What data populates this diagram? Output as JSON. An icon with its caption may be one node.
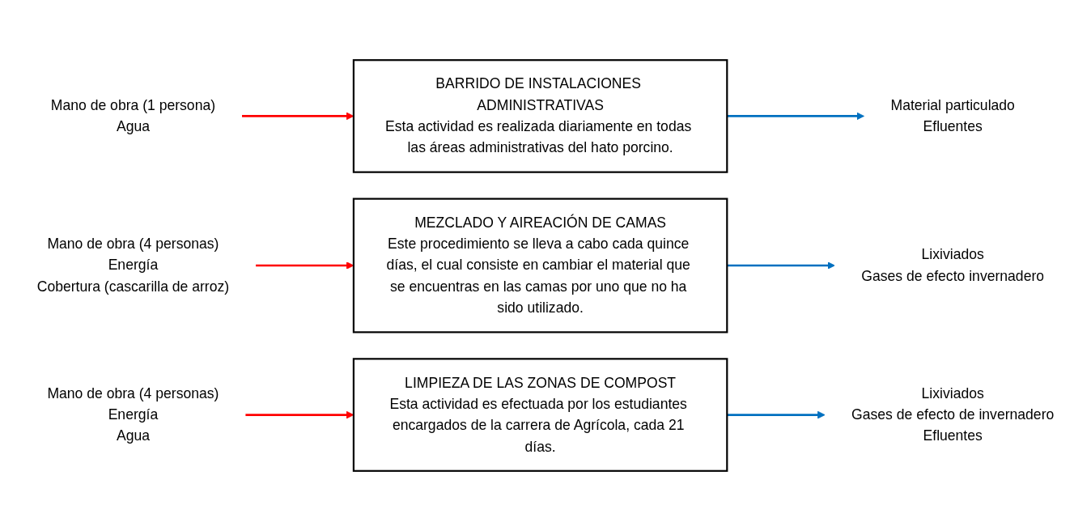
{
  "diagram": {
    "nodes": [
      {
        "text": [
          "Mano de obra (1 persona)",
          "Agua"
        ]
      },
      {
        "text": [
          "BARRIDO DE INSTALACIONES ADMINISTRATIVAS",
          "Esta actividad es realizada diariamente en todas las áreas administrativas del hato porcino."
        ]
      },
      {
        "text": [
          "Material particulado",
          "Efluentes"
        ]
      },
      {
        "text": [
          "Mano de obra (4 personas)",
          "Energía",
          "Cobertura (cascarilla de arroz)"
        ]
      },
      {
        "text": [
          "MEZCLADO Y AIREACIÓN DE CAMAS",
          "Este procedimiento se lleva a cabo cada quince días, el cual consiste en cambiar el material que se encuentras en las camas por uno que no ha sido utilizado."
        ]
      },
      {
        "text": [
          "Lixiviados",
          "Gases de efecto invernadero"
        ]
      },
      {
        "text": [
          "Mano de obra (4 personas)",
          "Energía",
          "Agua"
        ]
      },
      {
        "text": [
          "LIMPIEZA DE LAS ZONAS DE COMPOST",
          "Esta actividad es efectuada por los estudiantes encargados de la carrera de Agrícola, cada 21 días."
        ]
      },
      {
        "text": [
          "Lixiviados",
          "Gases de efecto de invernadero",
          "Efluentes"
        ]
      }
    ],
    "edges": [
      {
        "from": 0,
        "to": 1,
        "arrow": "to",
        "color": "#ff0000"
      },
      {
        "from": 1,
        "to": 2,
        "arrow": "to",
        "color": "#0070c0"
      },
      {
        "from": 3,
        "to": 4,
        "arrow": "to",
        "color": "#ff0000"
      },
      {
        "from": 4,
        "to": 5,
        "arrow": "to",
        "color": "#0070c0"
      },
      {
        "from": 6,
        "to": 7,
        "arrow": "to",
        "color": "#ff0000"
      },
      {
        "from": 7,
        "to": 8,
        "arrow": "to",
        "color": "#0070c0"
      }
    ]
  }
}
